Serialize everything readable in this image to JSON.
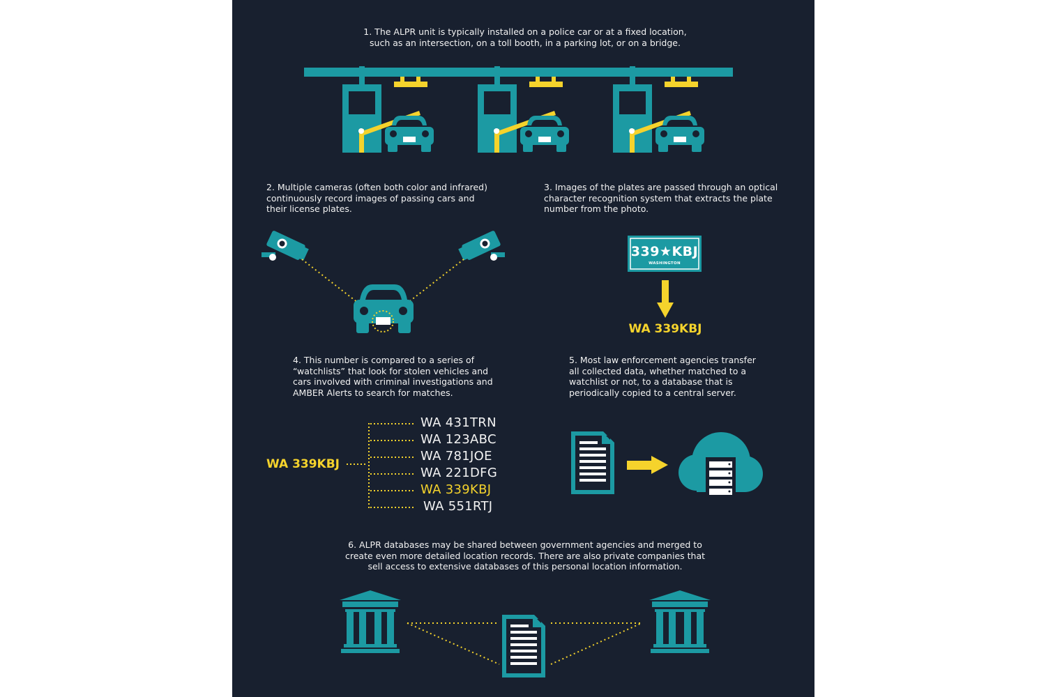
{
  "colors": {
    "background": "#18202f",
    "teal": "#1c9aa3",
    "yellow": "#f5d32c",
    "text": "#f2f2f2"
  },
  "step1": {
    "line1": "1. The ALPR unit is typically installed on a police car or at a fixed location,",
    "line2": "such as an intersection, on a toll booth, in a parking lot, or on a bridge."
  },
  "step2": {
    "line1": "2. Multiple cameras (often both color and infrared)",
    "line2": "continuously record images of passing cars and",
    "line3": "their license plates."
  },
  "step3": {
    "line1": "3. Images of the plates are passed through an optical",
    "line2": "character recognition system that extracts the plate",
    "line3": "number from the photo."
  },
  "plate": {
    "number": "339★KBJ",
    "state": "WASHINGTON"
  },
  "extracted_plate": "WA 339KBJ",
  "step4": {
    "line1": "4. This number is compared to a series of",
    "line2": "“watchlists” that look for stolen vehicles and",
    "line3": "cars involved with criminal investigations and",
    "line4": "AMBER Alerts to search for matches."
  },
  "step5": {
    "line1": "5.  Most law enforcement agencies transfer",
    "line2": "all collected data, whether matched to a",
    "line3": "watchlist or not, to a database that is",
    "line4": "periodically copied to a central server."
  },
  "query_plate": "WA 339KBJ",
  "watchlist": [
    "WA 431TRN",
    "WA 123ABC",
    "WA 781JOE",
    "WA 221DFG",
    "WA 339KBJ",
    "WA 551RTJ"
  ],
  "step6": {
    "line1": "6. ALPR databases may be shared between government agencies and merged to",
    "line2": "create even more detailed location records. There are also private companies that",
    "line3": "sell access to extensive databases of this personal location information."
  },
  "icons": [
    "toll-booth-icon",
    "car-icon",
    "camera-icon",
    "license-plate-icon",
    "arrow-down-icon",
    "document-icon",
    "arrow-right-icon",
    "cloud-server-icon",
    "government-building-icon"
  ]
}
